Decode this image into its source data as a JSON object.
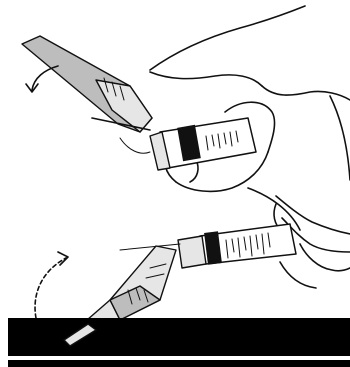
{
  "figure": {
    "panels": [
      {
        "step": "top",
        "depicts": "safety-shield-pivoted-back-from-needle"
      },
      {
        "step": "bottom",
        "depicts": "safety-shield-pivoted-over-needle-on-flat-surface"
      }
    ],
    "icons": [
      "rotate-arrow-icon",
      "syringe-icon",
      "needle-icon",
      "safety-shield-icon",
      "hand-icon"
    ],
    "colors": {
      "ink": "#111111",
      "surface": "#000000",
      "shield": "#bdbdbd",
      "background": "#ffffff"
    }
  }
}
